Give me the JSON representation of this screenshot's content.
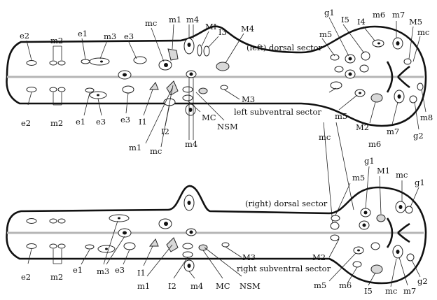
{
  "diagram": {
    "top_sections": {
      "dorsal": "(left) dorsal sector",
      "subventral": "left subventral sector"
    },
    "bottom_sections": {
      "dorsal": "(right) dorsal sector",
      "subventral": "right subventral sector"
    },
    "labels": {
      "e2": "e2",
      "m2": "m2",
      "e1": "e1",
      "m3": "m3",
      "e3": "e3",
      "mc": "mc",
      "m1": "m1",
      "m4": "m4",
      "MI": "MI",
      "I3": "I3",
      "M4": "M4",
      "g1": "g1",
      "I5": "I5",
      "I4": "I4",
      "m6": "m6",
      "m7": "m7",
      "M5": "M5",
      "m5": "m5",
      "M3": "M3",
      "I1": "I1",
      "I2": "I2",
      "MC": "MC",
      "NSM": "NSM",
      "M2": "M2",
      "m8": "m8",
      "g2": "g2",
      "M1": "M1"
    }
  }
}
